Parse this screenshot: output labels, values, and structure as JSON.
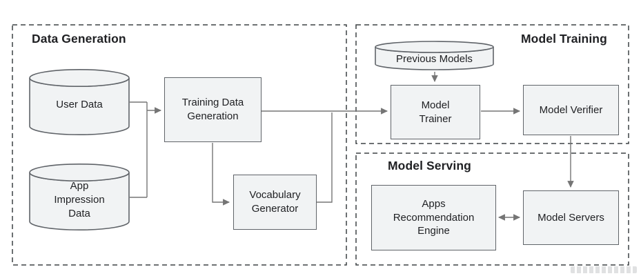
{
  "colors": {
    "node_fill": "#f1f3f4",
    "node_stroke": "#5f6368",
    "arrow": "#757575",
    "group_border": "#3c4043",
    "text": "#202124"
  },
  "groups": {
    "data_generation": {
      "title": "Data Generation",
      "nodes": [
        "user_data",
        "app_impression_data",
        "training_data_generation",
        "vocabulary_generator"
      ]
    },
    "model_training": {
      "title": "Model Training",
      "nodes": [
        "previous_models",
        "model_trainer",
        "model_verifier"
      ]
    },
    "model_serving": {
      "title": "Model Serving",
      "nodes": [
        "apps_recommendation_engine",
        "model_servers"
      ]
    }
  },
  "nodes": {
    "user_data": {
      "label": "User Data",
      "shape": "cylinder"
    },
    "app_impression_data": {
      "label": "App Impression Data",
      "shape": "cylinder"
    },
    "training_data_generation": {
      "label": "Training Data Generation",
      "shape": "rectangle"
    },
    "vocabulary_generator": {
      "label": "Vocabulary Generator",
      "shape": "rectangle"
    },
    "previous_models": {
      "label": "Previous Models",
      "shape": "cylinder"
    },
    "model_trainer": {
      "label": "Model Trainer",
      "shape": "rectangle"
    },
    "model_verifier": {
      "label": "Model Verifier",
      "shape": "rectangle"
    },
    "apps_recommendation_engine": {
      "label": "Apps Recommendation Engine",
      "shape": "rectangle"
    },
    "model_servers": {
      "label": "Model Servers",
      "shape": "rectangle"
    }
  },
  "edges": [
    {
      "from": "user_data",
      "to": "training_data_generation",
      "arrow": "forward"
    },
    {
      "from": "app_impression_data",
      "to": "training_data_generation",
      "arrow": "forward"
    },
    {
      "from": "training_data_generation",
      "to": "vocabulary_generator",
      "arrow": "forward"
    },
    {
      "from": "training_data_generation",
      "to": "model_trainer",
      "arrow": "forward"
    },
    {
      "from": "vocabulary_generator",
      "to": "model_trainer",
      "arrow": "forward"
    },
    {
      "from": "previous_models",
      "to": "model_trainer",
      "arrow": "forward"
    },
    {
      "from": "model_trainer",
      "to": "model_verifier",
      "arrow": "forward"
    },
    {
      "from": "model_verifier",
      "to": "model_servers",
      "arrow": "forward"
    },
    {
      "from": "apps_recommendation_engine",
      "to": "model_servers",
      "arrow": "bidirectional"
    }
  ]
}
